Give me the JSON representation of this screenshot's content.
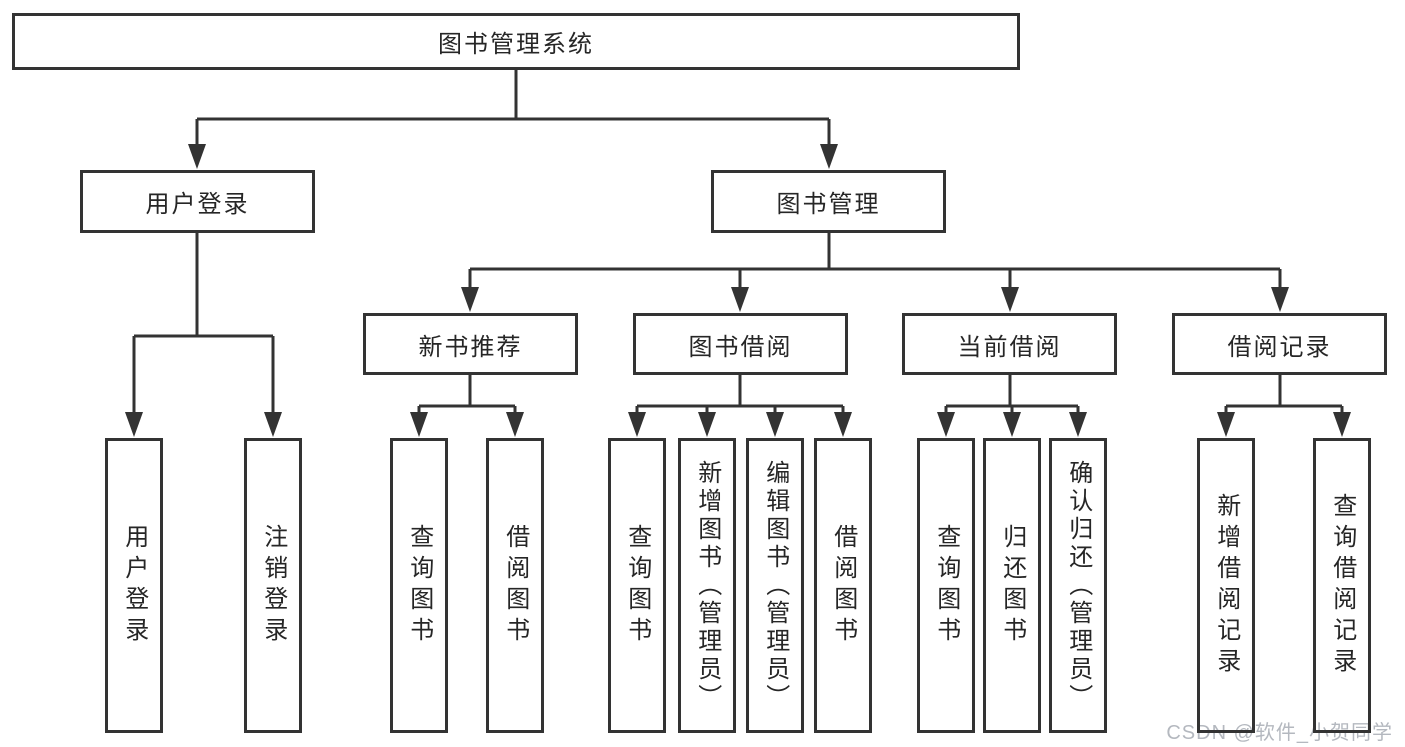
{
  "colors": {
    "background": "#ffffff",
    "line": "#333333",
    "box_fill": "#ffffff",
    "text": "#262626",
    "watermark": "#b4b8bf"
  },
  "watermark": {
    "text": "CSDN @软件_小贺同学"
  },
  "tree": {
    "root": {
      "label": "图书管理系统"
    },
    "level2": [
      {
        "label": "用户登录",
        "children": [
          {
            "label": "用户登录"
          },
          {
            "label": "注销登录"
          }
        ]
      },
      {
        "label": "图书管理",
        "children": [
          {
            "label": "新书推荐",
            "children": [
              {
                "label": "查询图书"
              },
              {
                "label": "借阅图书"
              }
            ]
          },
          {
            "label": "图书借阅",
            "children": [
              {
                "label": "查询图书"
              },
              {
                "label": "新增图书（管理员）"
              },
              {
                "label": "编辑图书（管理员）"
              },
              {
                "label": "借阅图书"
              }
            ]
          },
          {
            "label": "当前借阅",
            "children": [
              {
                "label": "查询图书"
              },
              {
                "label": "归还图书"
              },
              {
                "label": "确认归还（管理员）"
              }
            ]
          },
          {
            "label": "借阅记录",
            "children": [
              {
                "label": "新增借阅记录"
              },
              {
                "label": "查询借阅记录"
              }
            ]
          }
        ]
      }
    ]
  }
}
